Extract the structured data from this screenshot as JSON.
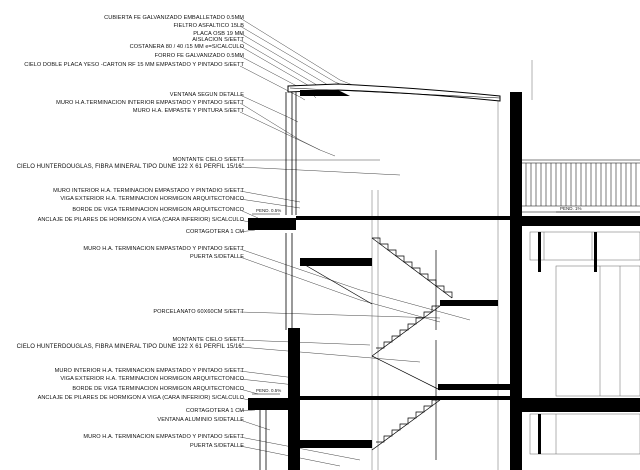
{
  "labels_top": [
    "CUBIERTA FE GALVANIZADO EMBALLETADO 0.5MM",
    "FIELTRO ASFALTICO 15LB",
    "PLACA OSB 19 MM",
    "AISLACION S/EETT",
    "COSTANERA 80 / 40 /15 MM e=S/CALCULO",
    "FORRO FE GALVANIZADO 0.5MM",
    "CIELO DOBLE PLACA YESO -CARTON RF 15 MM EMPASTADO Y PINTADO S/EETT",
    "VENTANA SEGUN DETALLE",
    "MURO H.A.TERMINACION INTERIOR EMPASTADO Y PINTADO S/EETT",
    "MURO H.A. EMPASTE Y PINTURA S/EETT"
  ],
  "labels_mid": [
    "MONTANTE CIELO S/EETT",
    "CIELO HUNTERDOUGLAS, FIBRA MINERAL TIPO DUNE  122 X 61 PERFIL 15/16\"",
    "MURO INTERIOR H.A. TERMINACION EMPASTADO Y PINTADIO S/EETT",
    "VIGA EXTERIOR H.A. TERMINACION HORMIGON ARQUITECTONICO",
    "BORDE DE VIGA TERMINACION HORMIGON ARQUITECTONICO",
    "ANCLAJE DE PILARES DE HORMIGON A VIGA (CARA INFERIOR) S/CALCULO",
    "CORTAGOTERA 1 CM",
    "MURO H.A. TERMINACION EMPASTADO Y PINTADO S/EETT",
    "PUERTA S/DETALLE",
    "PORCELANATO 60X60CM S/EETT"
  ],
  "labels_low": [
    "MONTANTE CIELO S/EETT",
    "CIELO HUNTERDOUGLAS, FIBRA MINERAL TIPO DUNE  122 X 61 PERFIL 15/16\"",
    "MURO INTERIOR H.A. TERMINACION EMPASTADO Y PINTADO S/EETT",
    "VIGA EXTERIOR H.A. TERMINACION HORMIGON ARQUITECTONICO",
    "BORDE DE VIGA TERMINACION HORMIGON ARQUITECTONICO",
    "ANCLAJE DE PILARES DE HORMIGON A VIGA (CARA INFERIOR) S/CALCULO",
    "CORTAGOTERA 1 CM",
    "VENTANA ALUMINIO S/DETALLE",
    "MURO H.A. TERMINACION EMPASTADO Y PINTADO S/EETT",
    "PUERTA S/DETALLE"
  ],
  "levels": {
    "pend_left_1": "PEND. 0.5%",
    "pend_left_2": "PEND. 0.5%",
    "pend_right": "PEND. 1%"
  },
  "colors": {
    "ink": "#111111",
    "solid": "#000000",
    "thin": "#555555"
  }
}
